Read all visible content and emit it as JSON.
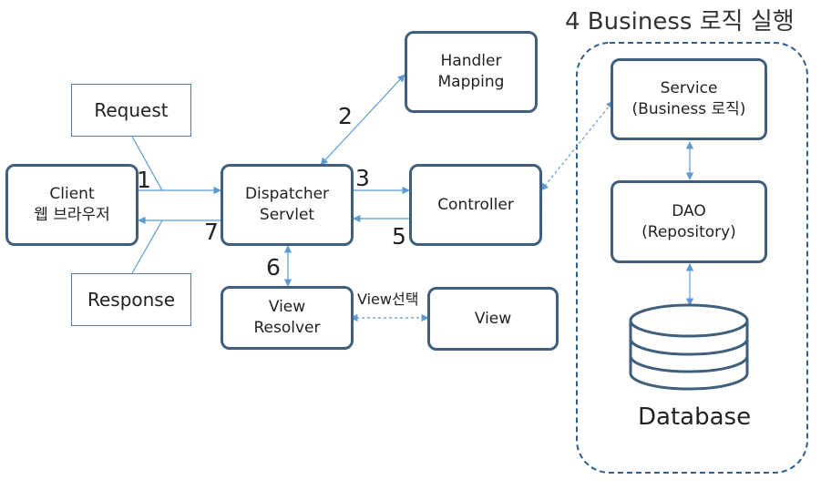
{
  "diagram": {
    "group_title": "4 Business 로직 실행",
    "nodes": {
      "client": [
        "Client",
        "웹 브라우저"
      ],
      "request": "Request",
      "response": "Response",
      "dispatcher": [
        "Dispatcher",
        "Servlet"
      ],
      "handler_mapping": [
        "Handler",
        "Mapping"
      ],
      "controller": "Controller",
      "view_resolver": [
        "View",
        "Resolver"
      ],
      "view": "View",
      "service": [
        "Service",
        "(Business 로직)"
      ],
      "dao": [
        "DAO",
        "(Repository)"
      ],
      "database": "Database"
    },
    "step_labels": {
      "s1": "1",
      "s2": "2",
      "s3": "3",
      "s5": "5",
      "s6": "6",
      "s7": "7"
    },
    "view_select_label": "View선택",
    "colors": {
      "box_border": "#3f5f7f",
      "arrow": "#5b9bd5",
      "group_border": "#2e5f8f"
    }
  }
}
